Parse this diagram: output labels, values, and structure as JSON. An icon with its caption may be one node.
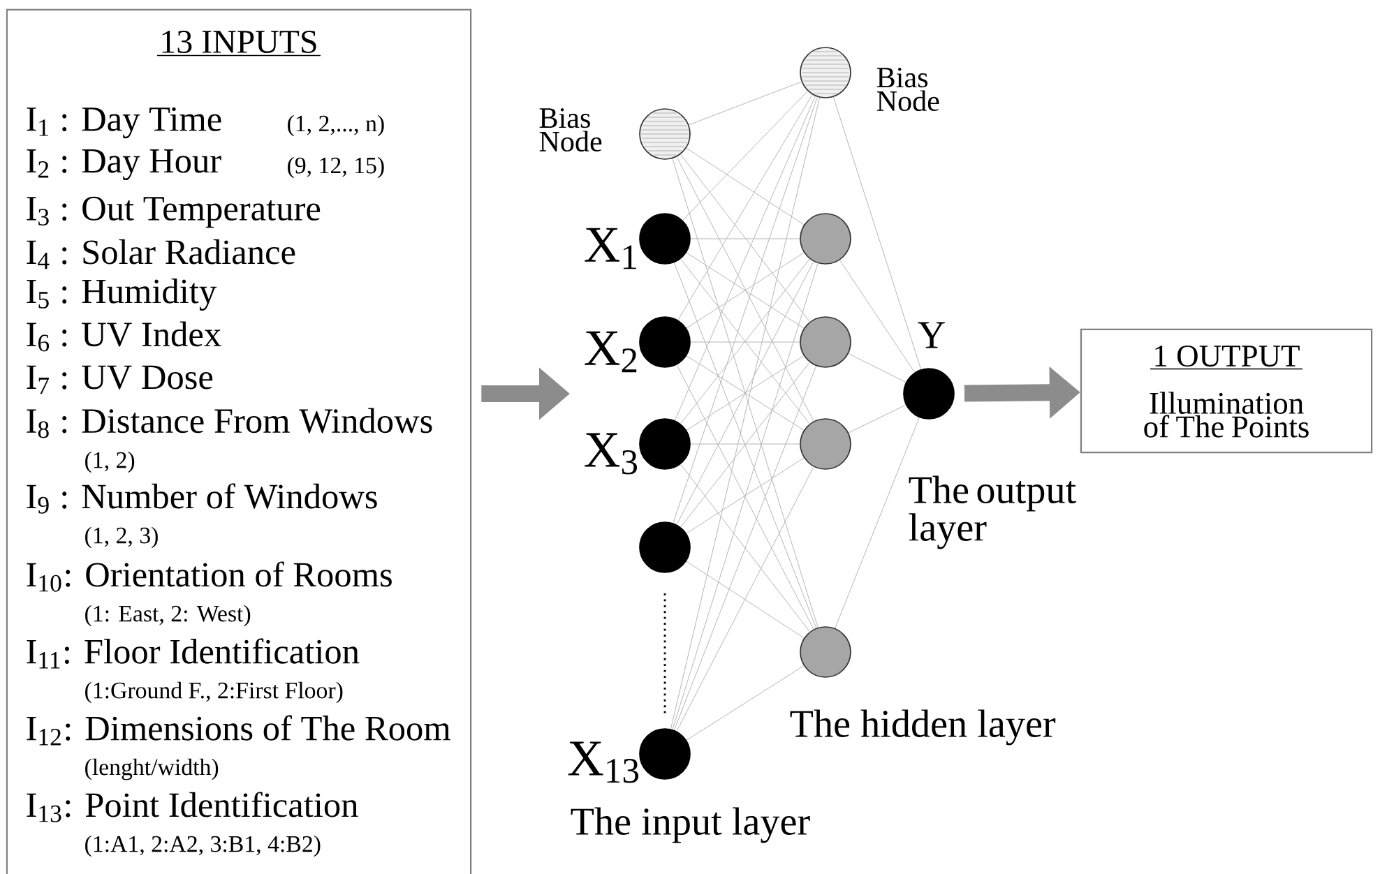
{
  "diagram": {
    "nodes": [
      {
        "text": [
          "13 INPUTS",
          "I$_{1}$ : Day Time",
          "(1, 2,..., n)",
          "I$_{2}$ : Day Hour",
          "(9, 12, 15)",
          "I$_{3}$ : Out Temperature",
          "I$_{4}$ : Solar Radiance",
          "I$_{5}$ : Humidity",
          "I$_{6}$ : UV Index",
          "I$_{7}$ : UV Dose",
          "I$_{8}$ : Distance From Windows",
          "(1, 2)",
          "I$_{9}$ : Number of Windows",
          "(1, 2, 3)",
          "I$_{10}$: Orientation of Rooms",
          "(1: East, 2: West)",
          "I$_{11}$: Floor Identification",
          "(1:Ground F., 2:First Floor)",
          "I$_{12}$: Dimensions of The Room",
          "(lenght/width)",
          "I$_{13}$: Point Identification",
          "(1:A1, 2:A2, 3:B1, 4:B2)"
        ]
      },
      {
        "text": [],
        "shape": "circle",
        "beside": [
          "Bias Node"
        ]
      },
      {
        "text": [],
        "shape": "circle",
        "beside": [
          "X$_{1}$"
        ]
      },
      {
        "text": [],
        "shape": "circle",
        "beside": [
          "X$_{2}$"
        ]
      },
      {
        "text": [],
        "shape": "circle",
        "beside": [
          "X$_{3}$"
        ]
      },
      {
        "text": [],
        "shape": "circle"
      },
      {
        "text": [],
        "shape": "circle",
        "beside": [
          "X$_{13}$"
        ]
      },
      {
        "text": [],
        "shape": "circle",
        "beside": [
          "Bias Node"
        ]
      },
      {
        "text": [],
        "shape": "circle"
      },
      {
        "text": [],
        "shape": "circle"
      },
      {
        "text": [],
        "shape": "circle"
      },
      {
        "text": [],
        "shape": "circle"
      },
      {
        "text": [],
        "shape": "circle",
        "beside": [
          "Y"
        ]
      },
      {
        "text": [
          "1 OUTPUT",
          "Illumination of The Points"
        ]
      }
    ],
    "edges": [
      {
        "from": 0,
        "to": null,
        "arrow": "to",
        "style": "thick",
        "color": "#8c8c8c"
      },
      {
        "from": 1,
        "to": 7,
        "arrow": "none"
      },
      {
        "from": 1,
        "to": 8,
        "arrow": "none"
      },
      {
        "from": 1,
        "to": 9,
        "arrow": "none"
      },
      {
        "from": 1,
        "to": 10,
        "arrow": "none"
      },
      {
        "from": 1,
        "to": 11,
        "arrow": "none"
      },
      {
        "from": 2,
        "to": 7,
        "arrow": "none"
      },
      {
        "from": 2,
        "to": 8,
        "arrow": "none"
      },
      {
        "from": 2,
        "to": 9,
        "arrow": "none"
      },
      {
        "from": 2,
        "to": 10,
        "arrow": "none"
      },
      {
        "from": 2,
        "to": 11,
        "arrow": "none"
      },
      {
        "from": 3,
        "to": 7,
        "arrow": "none"
      },
      {
        "from": 3,
        "to": 8,
        "arrow": "none"
      },
      {
        "from": 3,
        "to": 9,
        "arrow": "none"
      },
      {
        "from": 3,
        "to": 10,
        "arrow": "none"
      },
      {
        "from": 3,
        "to": 11,
        "arrow": "none"
      },
      {
        "from": 4,
        "to": 7,
        "arrow": "none"
      },
      {
        "from": 4,
        "to": 8,
        "arrow": "none"
      },
      {
        "from": 4,
        "to": 9,
        "arrow": "none"
      },
      {
        "from": 4,
        "to": 10,
        "arrow": "none"
      },
      {
        "from": 4,
        "to": 11,
        "arrow": "none"
      },
      {
        "from": 5,
        "to": 7,
        "arrow": "none"
      },
      {
        "from": 5,
        "to": 8,
        "arrow": "none"
      },
      {
        "from": 5,
        "to": 9,
        "arrow": "none"
      },
      {
        "from": 5,
        "to": 10,
        "arrow": "none"
      },
      {
        "from": 5,
        "to": 11,
        "arrow": "none"
      },
      {
        "from": 6,
        "to": 7,
        "arrow": "none"
      },
      {
        "from": 6,
        "to": 8,
        "arrow": "none"
      },
      {
        "from": 6,
        "to": 9,
        "arrow": "none"
      },
      {
        "from": 6,
        "to": 10,
        "arrow": "none"
      },
      {
        "from": 6,
        "to": 11,
        "arrow": "none"
      },
      {
        "from": 7,
        "to": 12,
        "arrow": "none"
      },
      {
        "from": 8,
        "to": 12,
        "arrow": "none"
      },
      {
        "from": 9,
        "to": 12,
        "arrow": "none"
      },
      {
        "from": 10,
        "to": 12,
        "arrow": "none"
      },
      {
        "from": 11,
        "to": 12,
        "arrow": "none"
      },
      {
        "from": 12,
        "to": 13,
        "arrow": "to",
        "style": "thick",
        "color": "#8c8c8c"
      }
    ],
    "labels": [
      "The output layer",
      "The hidden layer",
      "The input layer"
    ]
  }
}
